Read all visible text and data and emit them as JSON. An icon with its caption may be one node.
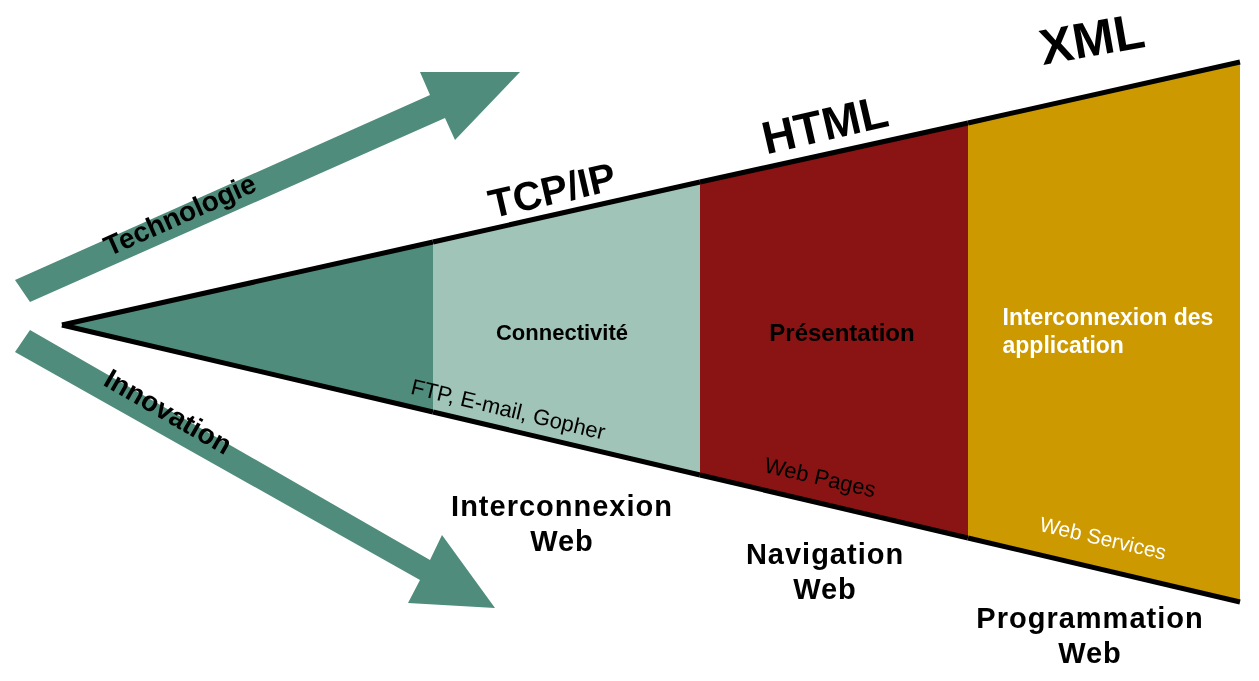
{
  "diagram": {
    "nodes": [
      {
        "text": [],
        "shape": "triangle"
      },
      {
        "text": [
          "Connectivité"
        ]
      },
      {
        "text": [
          "Présentation",
          "Web Pages"
        ]
      },
      {
        "text": [
          "Interconnexion des application",
          "Web Services"
        ]
      }
    ],
    "labels": [
      "XML",
      "HTML",
      "TCP/IP",
      "Technologie",
      "Innovation",
      "FTP, E-mail, Gopher",
      "Interconnexion Web",
      "Navigation Web",
      "Programmation Web"
    ]
  }
}
